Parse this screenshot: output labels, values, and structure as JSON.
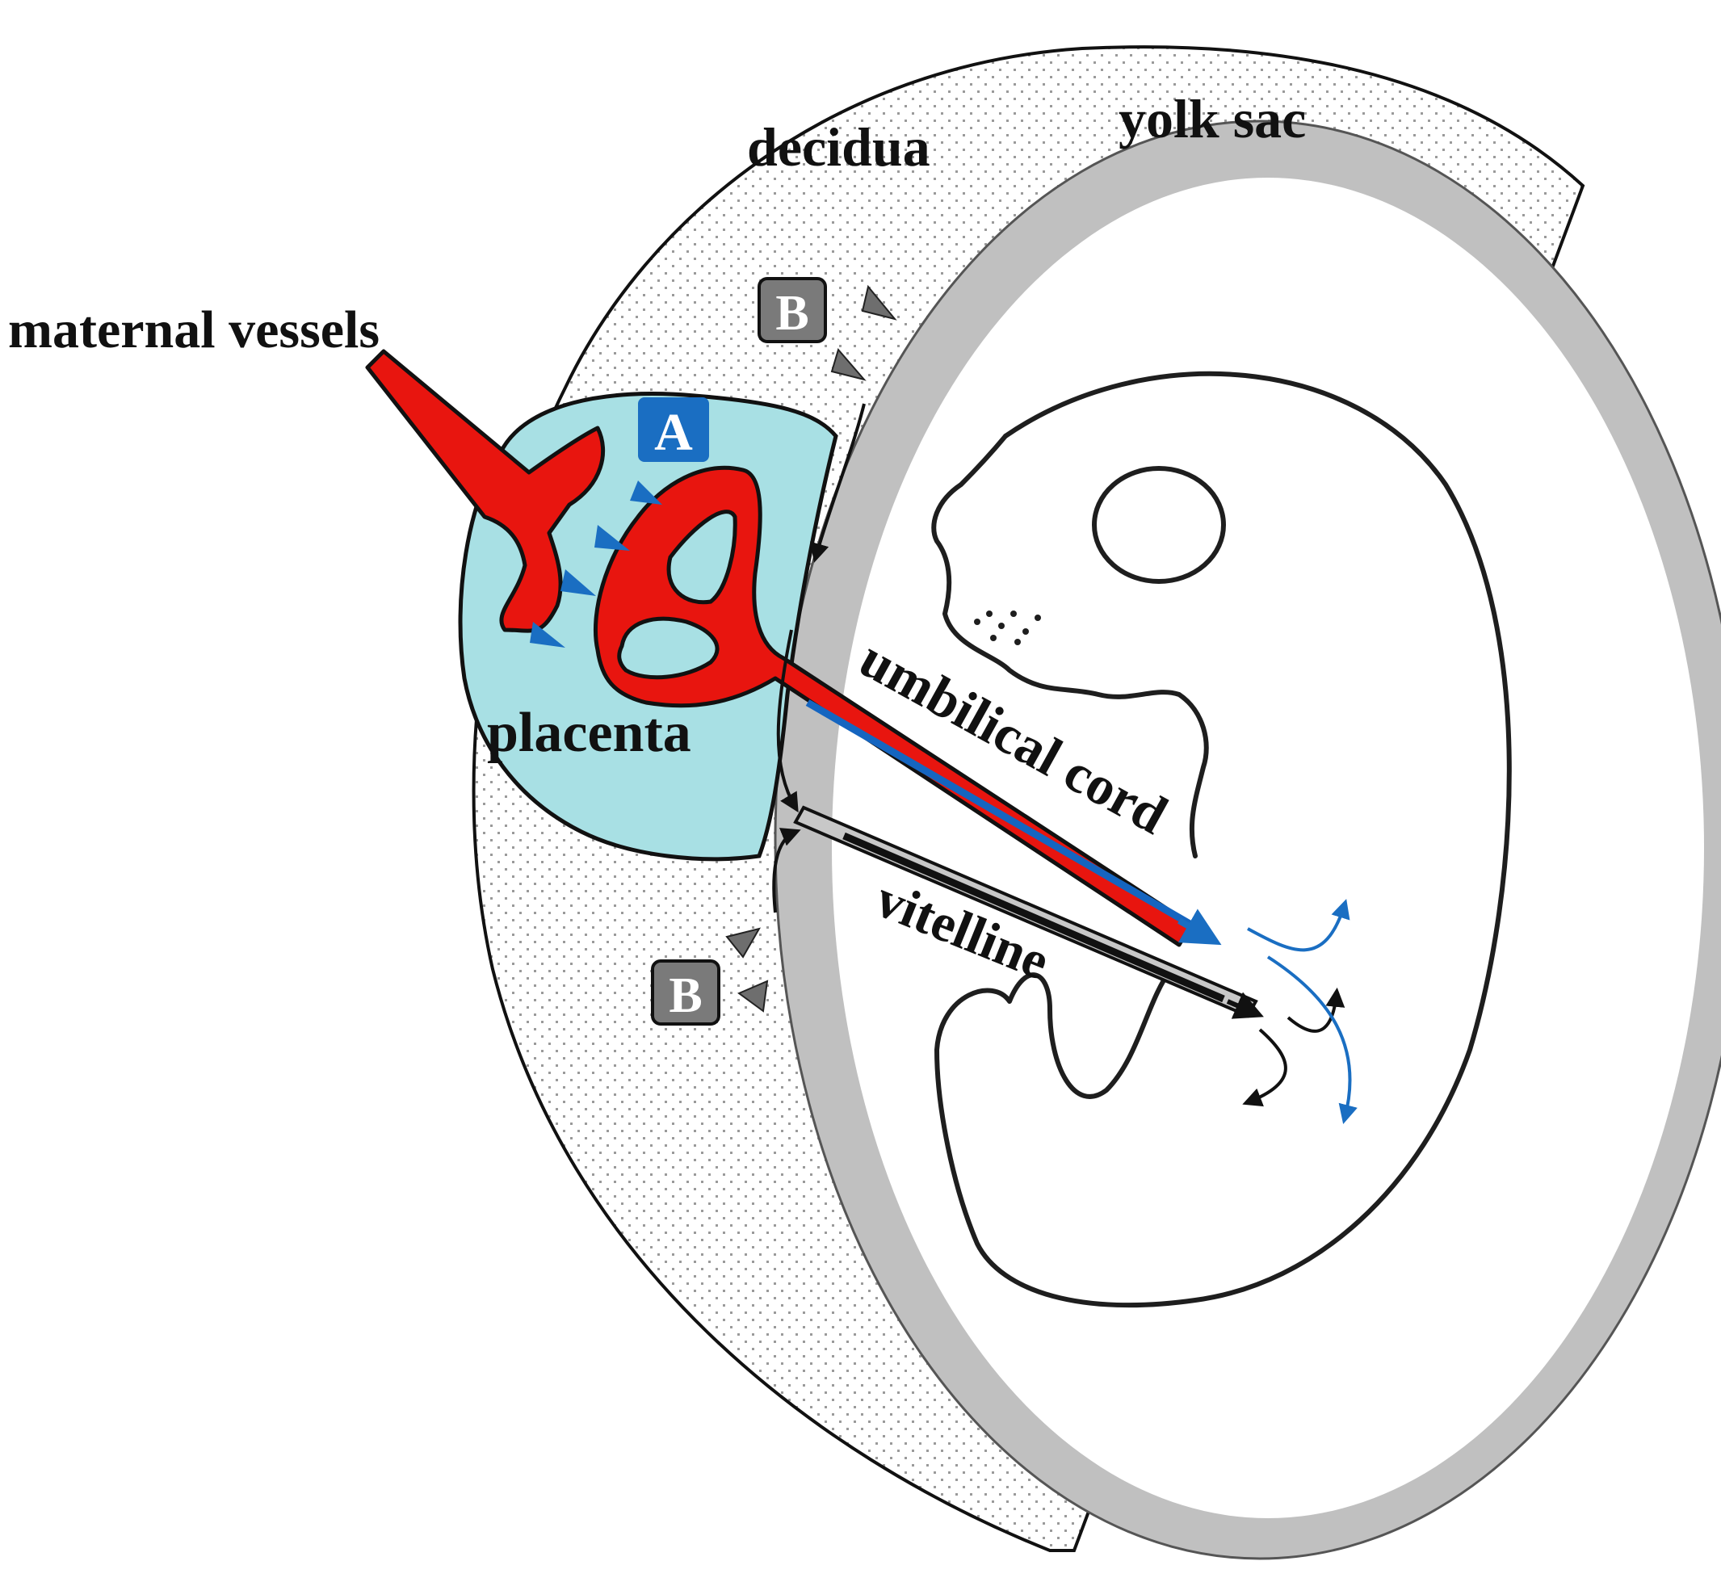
{
  "labels": {
    "decidua": "decidua",
    "yolk_sac": "yolk sac",
    "maternal_vessels": "maternal vessels",
    "placenta": "placenta",
    "umbilical_cord": "umbilical cord",
    "vitelline": "vitelline"
  },
  "badges": {
    "a": "A",
    "b_top": "B",
    "b_bottom": "B"
  },
  "colors": {
    "maternal_blood": "#e8150f",
    "fetal_blood": "#1565c0",
    "placenta_fill": "#a8e0e4",
    "yolk_sac_ring": "#c0c0c0",
    "badge_a": "#1a6ec2",
    "badge_b": "#7a7a7a",
    "arrow_a": "#1a6ec2",
    "arrow_b": "#6e6e6e",
    "flow_blue": "#1a6ec2"
  }
}
